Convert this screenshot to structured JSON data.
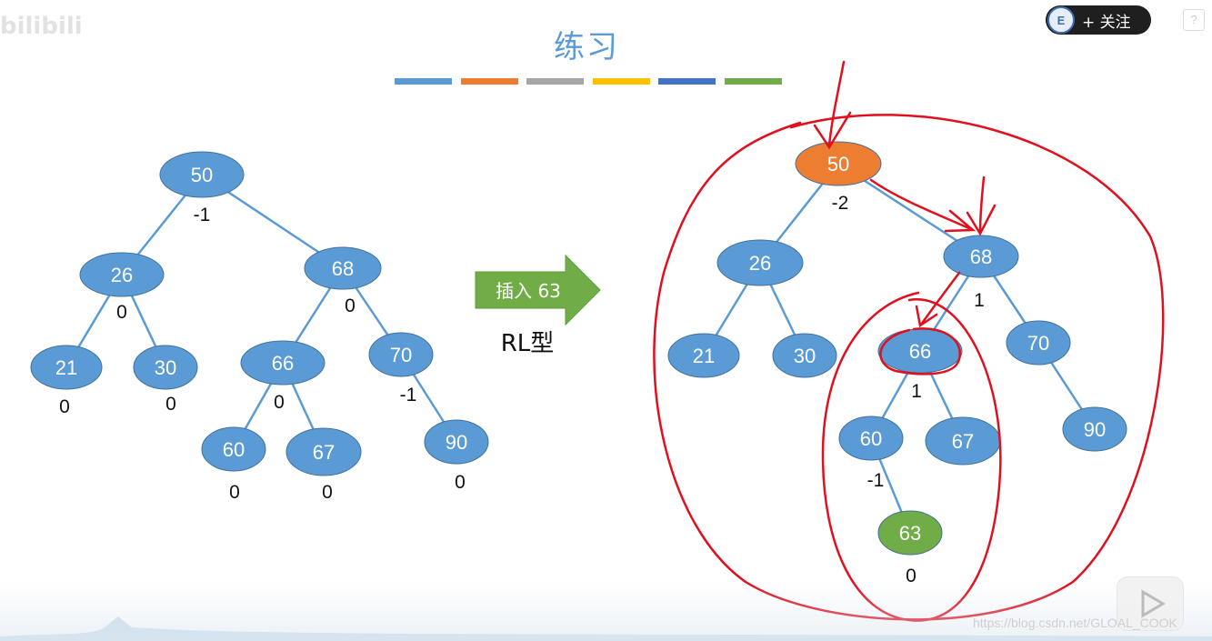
{
  "header": {
    "title": "练习",
    "follow_label": "+ 关注",
    "help_label": "?",
    "watermark": "bilibili",
    "avatar_text": "E"
  },
  "color_bar": [
    "#5b9bd5",
    "#ed7d31",
    "#a5a5a5",
    "#ffc000",
    "#4472c4",
    "#70ad47"
  ],
  "colors": {
    "node_blue": "#5b9bd5",
    "node_orange": "#ed7d31",
    "node_green": "#70ad47",
    "edge": "#5b9bd5",
    "annotation_red": "#e0101e"
  },
  "arrow": {
    "label": "插入 63",
    "type_label": "RL型"
  },
  "left_tree": {
    "nodes": [
      {
        "id": "L50",
        "key": "50",
        "balance": "-1"
      },
      {
        "id": "L26",
        "key": "26",
        "balance": "0"
      },
      {
        "id": "L68",
        "key": "68",
        "balance": "0"
      },
      {
        "id": "L21",
        "key": "21",
        "balance": "0"
      },
      {
        "id": "L30",
        "key": "30",
        "balance": "0"
      },
      {
        "id": "L66",
        "key": "66",
        "balance": "0"
      },
      {
        "id": "L70",
        "key": "70",
        "balance": "-1"
      },
      {
        "id": "L60",
        "key": "60",
        "balance": "0"
      },
      {
        "id": "L67",
        "key": "67",
        "balance": "0"
      },
      {
        "id": "L90",
        "key": "90",
        "balance": "0"
      }
    ],
    "edges": [
      [
        "L50",
        "L26"
      ],
      [
        "L50",
        "L68"
      ],
      [
        "L26",
        "L21"
      ],
      [
        "L26",
        "L30"
      ],
      [
        "L68",
        "L66"
      ],
      [
        "L68",
        "L70"
      ],
      [
        "L66",
        "L60"
      ],
      [
        "L66",
        "L67"
      ],
      [
        "L70",
        "L90"
      ]
    ]
  },
  "right_tree": {
    "nodes": [
      {
        "id": "R50",
        "key": "50",
        "balance": "-2",
        "color": "orange"
      },
      {
        "id": "R26",
        "key": "26",
        "balance": ""
      },
      {
        "id": "R68",
        "key": "68",
        "balance": "1"
      },
      {
        "id": "R21",
        "key": "21",
        "balance": ""
      },
      {
        "id": "R30",
        "key": "30",
        "balance": ""
      },
      {
        "id": "R66",
        "key": "66",
        "balance": "1"
      },
      {
        "id": "R70",
        "key": "70",
        "balance": ""
      },
      {
        "id": "R60",
        "key": "60",
        "balance": "-1"
      },
      {
        "id": "R67",
        "key": "67",
        "balance": ""
      },
      {
        "id": "R90",
        "key": "90",
        "balance": ""
      },
      {
        "id": "R63",
        "key": "63",
        "balance": "0",
        "color": "green"
      }
    ],
    "edges": [
      [
        "R50",
        "R26"
      ],
      [
        "R50",
        "R68"
      ],
      [
        "R26",
        "R21"
      ],
      [
        "R26",
        "R30"
      ],
      [
        "R68",
        "R66"
      ],
      [
        "R68",
        "R70"
      ],
      [
        "R66",
        "R60"
      ],
      [
        "R66",
        "R67"
      ],
      [
        "R70",
        "R90"
      ],
      [
        "R60",
        "R63"
      ]
    ]
  },
  "footer": {
    "url": "https://blog.csdn.net/GLOAL_COOK"
  }
}
